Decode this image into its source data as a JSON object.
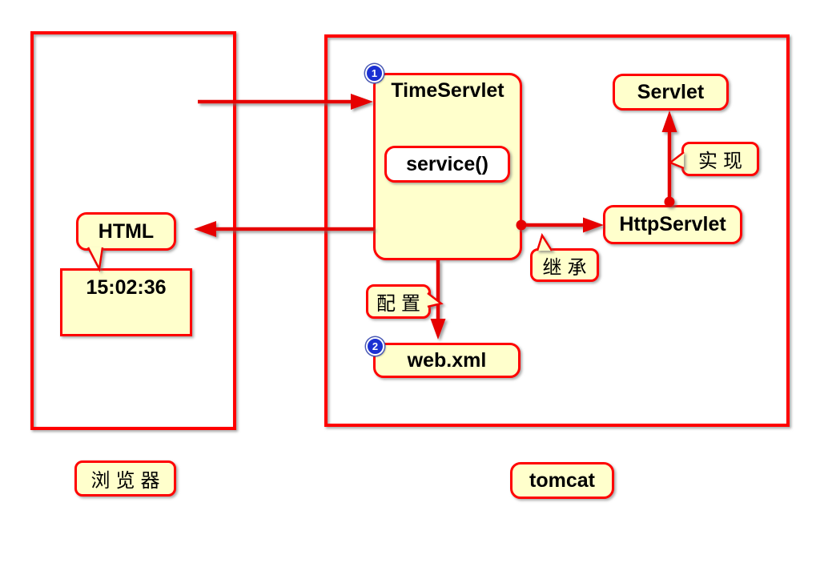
{
  "diagram": {
    "regions": {
      "browser": {
        "label": "浏览器"
      },
      "tomcat": {
        "label": "tomcat"
      }
    },
    "nodes": {
      "time_servlet": {
        "label": "TimeServlet",
        "badge": "1"
      },
      "service_method": {
        "label": "service()"
      },
      "servlet": {
        "label": "Servlet"
      },
      "http_servlet": {
        "label": "HttpServlet"
      },
      "web_xml": {
        "label": "web.xml",
        "badge": "2"
      },
      "html": {
        "label": "HTML"
      },
      "time_value": {
        "label": "15:02:36"
      }
    },
    "callouts": {
      "implement": {
        "label": "实现"
      },
      "inherit": {
        "label": "继承"
      },
      "configure": {
        "label": "配置"
      }
    },
    "colors": {
      "node_fill": "#ffffcc",
      "border_red": "#ff0000",
      "arrow_red": "#e60000",
      "badge_blue": "#1b30d2",
      "text": "#000000"
    }
  }
}
